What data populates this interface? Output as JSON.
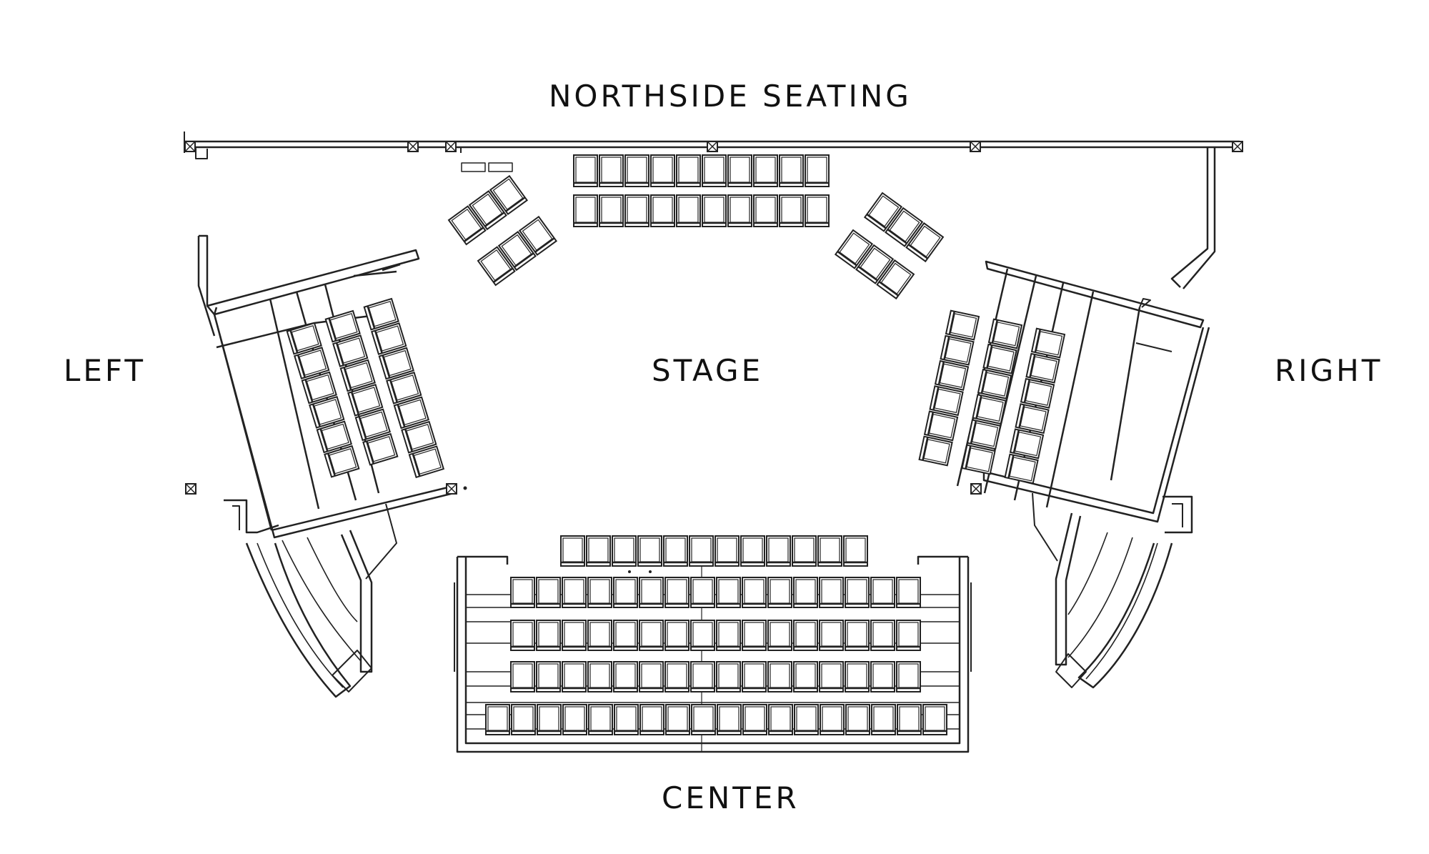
{
  "labels": {
    "north": "NORTHSIDE SEATING",
    "left": "LEFT",
    "stage": "STAGE",
    "right": "RIGHT",
    "center": "CENTER"
  },
  "colors": {
    "line": "#222222",
    "seat_fill": "#ffffff",
    "background": "#ffffff"
  }
}
